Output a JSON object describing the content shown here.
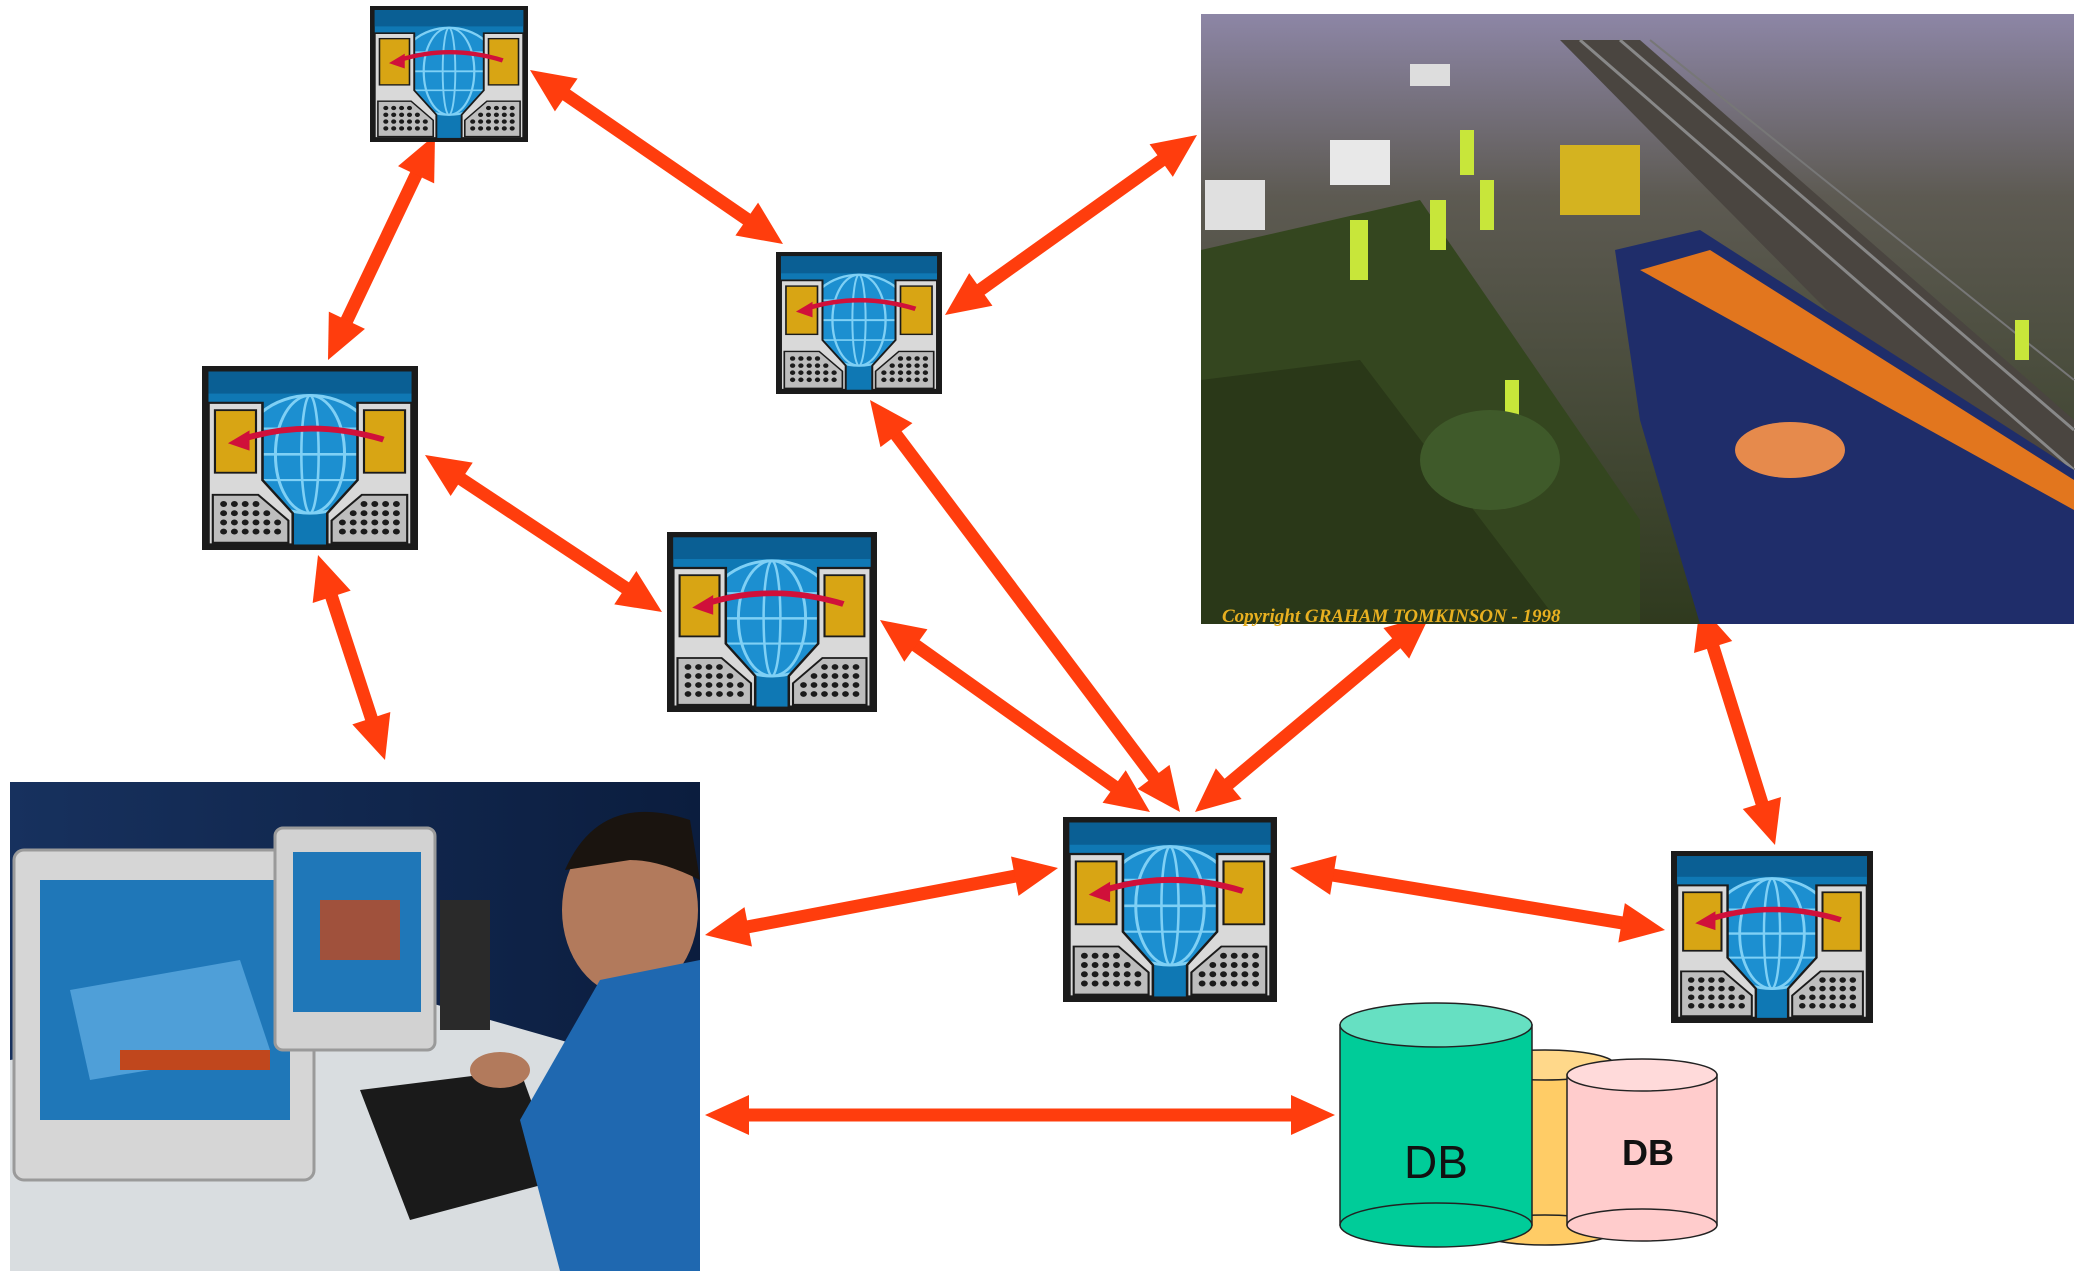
{
  "diagram": {
    "node_icon": "globe-network-computers-icon",
    "arrow_color": "#ff3d0d",
    "photos": {
      "crash_site": {
        "icon": "train-accident-photo",
        "caption": "Copyright GRAHAM TOMKINSON - 1998"
      },
      "workstation": {
        "icon": "analyst-workstation-photo"
      }
    },
    "databases": {
      "primary_label": "DB",
      "secondary_label": "DB",
      "colors": [
        "#00cc99",
        "#ffcc66",
        "#ffcccc"
      ]
    }
  }
}
